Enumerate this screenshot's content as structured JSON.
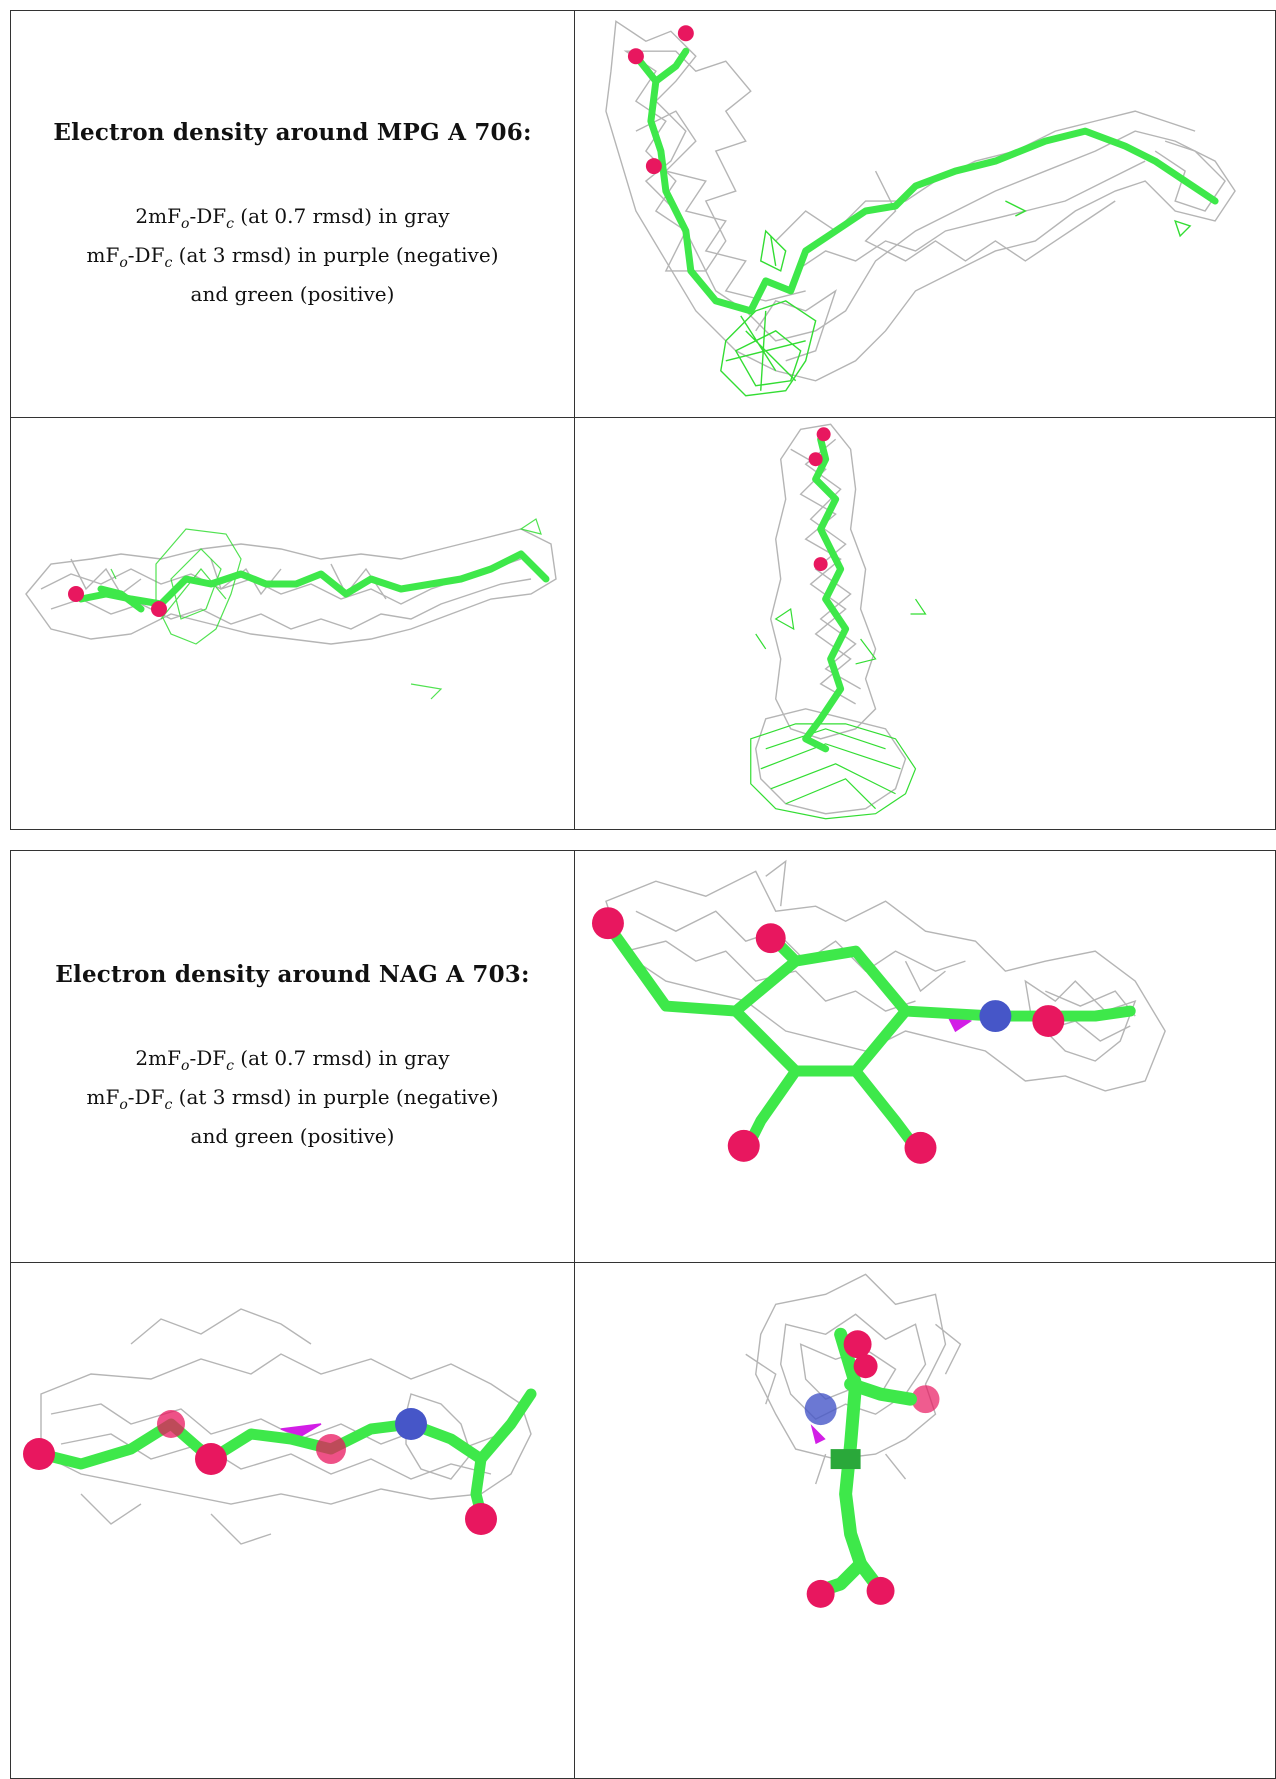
{
  "panels": [
    {
      "title": "Electron density around MPG A 706:",
      "caption_line1_a": "2mF",
      "caption_line1_b": "o",
      "caption_line1_c": "-DF",
      "caption_line1_d": "c",
      "caption_line1_e": " (at 0.7 rmsd) in gray",
      "caption_line2_a": "mF",
      "caption_line2_b": "o",
      "caption_line2_c": "-DF",
      "caption_line2_d": "c",
      "caption_line2_e": " (at 3 rmsd) in purple (negative)",
      "caption_line3": "and green (positive)"
    },
    {
      "title": "Electron density around NAG A 703:",
      "caption_line1_a": "2mF",
      "caption_line1_b": "o",
      "caption_line1_c": "-DF",
      "caption_line1_d": "c",
      "caption_line1_e": " (at 0.7 rmsd) in gray",
      "caption_line2_a": "mF",
      "caption_line2_b": "o",
      "caption_line2_c": "-DF",
      "caption_line2_d": "c",
      "caption_line2_e": " (at 3 rmsd) in purple (negative)",
      "caption_line3": "and green (positive)"
    }
  ],
  "colors": {
    "mesh_gray": "#b5b5b5",
    "carbon_green": "#3ee84a",
    "oxygen_pink": "#e8175f",
    "nitrogen_blue": "#4656c8",
    "negative_purple": "#d21ee6",
    "positive_mesh_green": "#33dd33",
    "border": "#333333"
  },
  "views": [
    "mpg-view-top",
    "mpg-view-side",
    "mpg-view-end",
    "nag-view-top",
    "nag-view-side",
    "nag-view-end"
  ]
}
